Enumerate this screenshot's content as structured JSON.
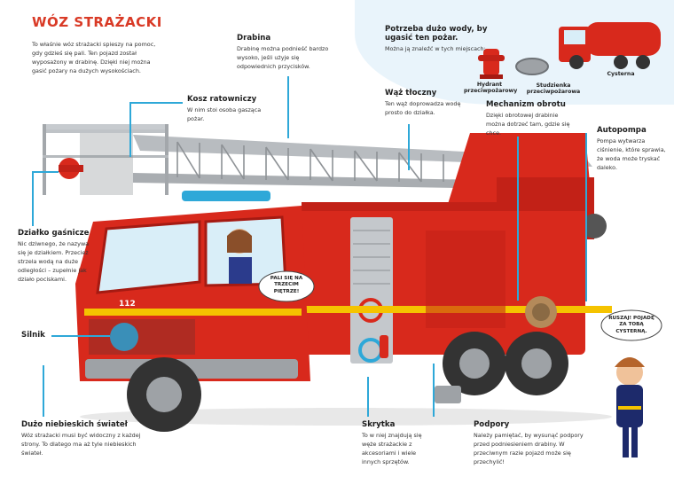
{
  "title": "WÓZ STRAŻACKI",
  "intro": "To właśnie wóz strażacki spieszy na pomoc, gdy gdzieś się pali. Ten pojazd został wyposażony w drabinę. Dzięki niej można gasić pożary na dużych wysokościach.",
  "water": {
    "heading": "Potrzeba dużo wody, by ugasić ten pożar.",
    "desc": "Można ją znaleźć w tych miejscach:",
    "hydrant": "Hydrant przeciwpożarowy",
    "well": "Studzienka przeciwpożarowa",
    "tanker": "Cysterna"
  },
  "parts": {
    "ladder": {
      "label": "Drabina",
      "desc": "Drabinę można podnieść bardzo wysoko, jeśli użyje się odpowiednich przycisków."
    },
    "basket": {
      "label": "Kosz ratowniczy",
      "desc": "W nim stoi osoba gasząca pożar."
    },
    "hose": {
      "label": "Wąż tłoczny",
      "desc": "Ten wąż doprowadza wodę prosto do działka."
    },
    "rotation": {
      "label": "Mechanizm obrotu",
      "desc": "Dzięki obrotowej drabinie można dotrzeć tam, gdzie się chce."
    },
    "pump": {
      "label": "Autopompa",
      "desc": "Pompa wytwarza ciśnienie, które sprawia, że woda może tryskać daleko."
    },
    "cannon": {
      "label": "Działko gaśnicze",
      "desc": "Nic dziwnego, że nazywa się je działkiem. Przecież strzela wodą na duże odległości – zupełnie jak działo pociskami."
    },
    "engine": {
      "label": "Silnik",
      "desc": ""
    },
    "lights": {
      "label": "Dużo niebieskich świateł",
      "desc": "Wóz strażacki musi być widoczny z każdej strony. To dlatego ma aż tyle niebieskich świateł."
    },
    "locker": {
      "label": "Skrytka",
      "desc": "To w niej znajdują się węże strażackie z akcesoriami i wiele innych sprzętów."
    },
    "outriggers": {
      "label": "Podpory",
      "desc": "Należy pamiętać, by wysunąć podpory przed podniesieniem drabiny. W przeciwnym razie pojazd może się przechylić!"
    }
  },
  "driver_bubble": "PALI SIĘ NA TRZECIM PIĘTRZE!",
  "boy_bubble": "RUSZAJ! POJADĘ ZA TOBĄ CYSTERNĄ.",
  "truck_number": "112",
  "colors": {
    "title": "#d93a26",
    "leader": "#2ea8d8",
    "truck": "#d8291c",
    "truck_dark": "#a51a12",
    "bg_blob": "#e9f4fb"
  }
}
